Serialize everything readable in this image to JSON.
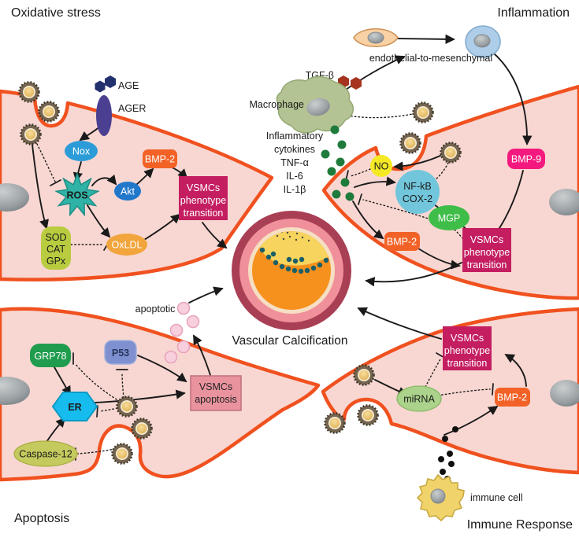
{
  "titles": {
    "oxidative": "Oxidative stress",
    "inflammation": "Inflammation",
    "apoptosis": "Apoptosis",
    "immune": "Immune Response"
  },
  "center": {
    "label": "Vascular Calcification"
  },
  "oxidative": {
    "age": "AGE",
    "ager": "AGER",
    "nox": "Nox",
    "ros": "ROS",
    "akt": "Akt",
    "bmp2": "BMP-2",
    "oxldl": "OxLDL",
    "antioxidants": [
      "SOD",
      "CAT",
      "GPx"
    ],
    "vsmcs": [
      "VSMCs",
      "phenotype",
      "transition"
    ]
  },
  "inflammation": {
    "emt_label": "endothelial-to-mesenchymal",
    "tgfb": "TGF-β",
    "macrophage": "Macrophage",
    "cytokines": [
      "Inflammatory",
      "cytokines",
      "TNF-α",
      "IL-6",
      "IL-1β"
    ],
    "no": "NO",
    "nfkb": "NF-kB",
    "cox2": "COX-2",
    "mgp": "MGP",
    "bmp2": "BMP-2",
    "bmp9": "BMP-9",
    "vsmcs": [
      "VSMCs",
      "phenotype",
      "transition"
    ]
  },
  "apoptosis": {
    "grp78": "GRP78",
    "p53": "P53",
    "er": "ER",
    "caspase12": "Caspase-12",
    "apoptotic": "apoptotic",
    "vsmcs": [
      "VSMCs",
      "apoptosis"
    ]
  },
  "immune": {
    "mirna": "miRNA",
    "bmp2": "BMP-2",
    "immune_cell": "immune cell",
    "vsmcs": [
      "VSMCs",
      "phenotype",
      "transition"
    ]
  },
  "colors": {
    "membrane": "#F0511F",
    "cell_fill": "#F8D7D2",
    "vsmcs_box": "#C41E61",
    "bmp_orange": "#F26227",
    "bmp9_pink": "#F4197E",
    "nox_blue": "#2B9CD8",
    "akt_blue": "#2178CB",
    "ros_teal": "#2FB3A6",
    "antiox_green": "#B9CC40",
    "oxldl_orange": "#F1A53C",
    "no_yellow": "#F5E926",
    "nfkb_cyan": "#72C6DB",
    "mgp_green": "#3FBD49",
    "grp78_green": "#1F9C4D",
    "p53_blue": "#7E90CF",
    "er_cyan": "#17BCEE",
    "caspase_olive": "#C5CA5E",
    "mirna_green": "#ABD38B",
    "apoptosis_box": "#E9939F",
    "vessel_ring": "#A93F54",
    "cytokine_dot": "#1E7B3C"
  }
}
